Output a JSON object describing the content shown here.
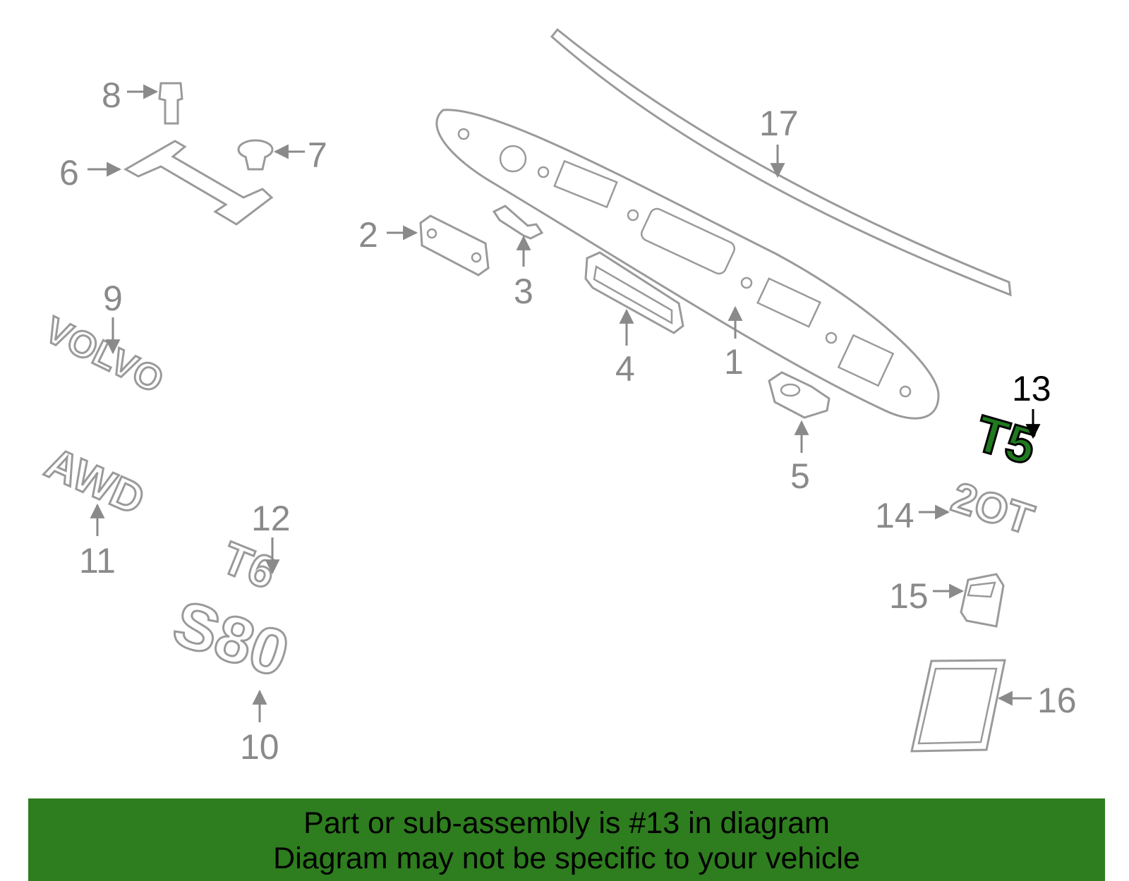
{
  "diagram": {
    "highlighted_part": "13",
    "callouts": [
      "1",
      "2",
      "3",
      "4",
      "5",
      "6",
      "7",
      "8",
      "9",
      "10",
      "11",
      "12",
      "13",
      "14",
      "15",
      "16",
      "17"
    ],
    "badges": {
      "volvo": "VOLVO",
      "awd": "AWD",
      "t6": "T6",
      "s80": "S80",
      "t5": "T5",
      "t20": "2OT"
    },
    "colors": {
      "highlight": "#1f7a1f",
      "banner": "#2e7d1f",
      "part_lines": "#9a9a9a"
    }
  },
  "banner": {
    "line1": "Part or sub-assembly is #13 in diagram",
    "line2": "Diagram may not be specific to your vehicle"
  }
}
